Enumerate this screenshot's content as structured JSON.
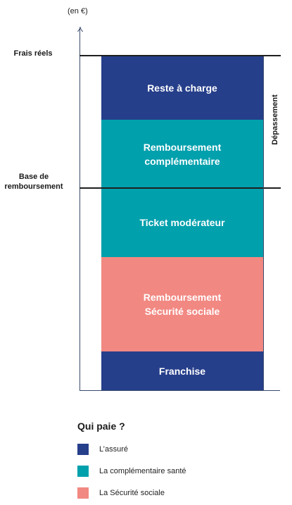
{
  "diagram": {
    "unit_label": "(en €)",
    "frais_reels_label": "Frais réels",
    "base_label": "Base de\nremboursement",
    "depassement_label": "Dépassement",
    "blocks": [
      {
        "label": "Reste à charge",
        "color": "#263f8b"
      },
      {
        "label": "Remboursement\ncomplémentaire",
        "color": "#00a0ad"
      },
      {
        "label": "Ticket modérateur",
        "color": "#00a0ad"
      },
      {
        "label": "Remboursement\nSécurité sociale",
        "color": "#f28882"
      },
      {
        "label": "Franchise",
        "color": "#263f8b"
      }
    ]
  },
  "legend": {
    "title": "Qui paie ?",
    "items": [
      {
        "label": "L’assuré",
        "color": "#263f8b"
      },
      {
        "label": "La complémentaire santé",
        "color": "#00a0ad"
      },
      {
        "label": "La Sécurité sociale",
        "color": "#f28882"
      }
    ]
  }
}
